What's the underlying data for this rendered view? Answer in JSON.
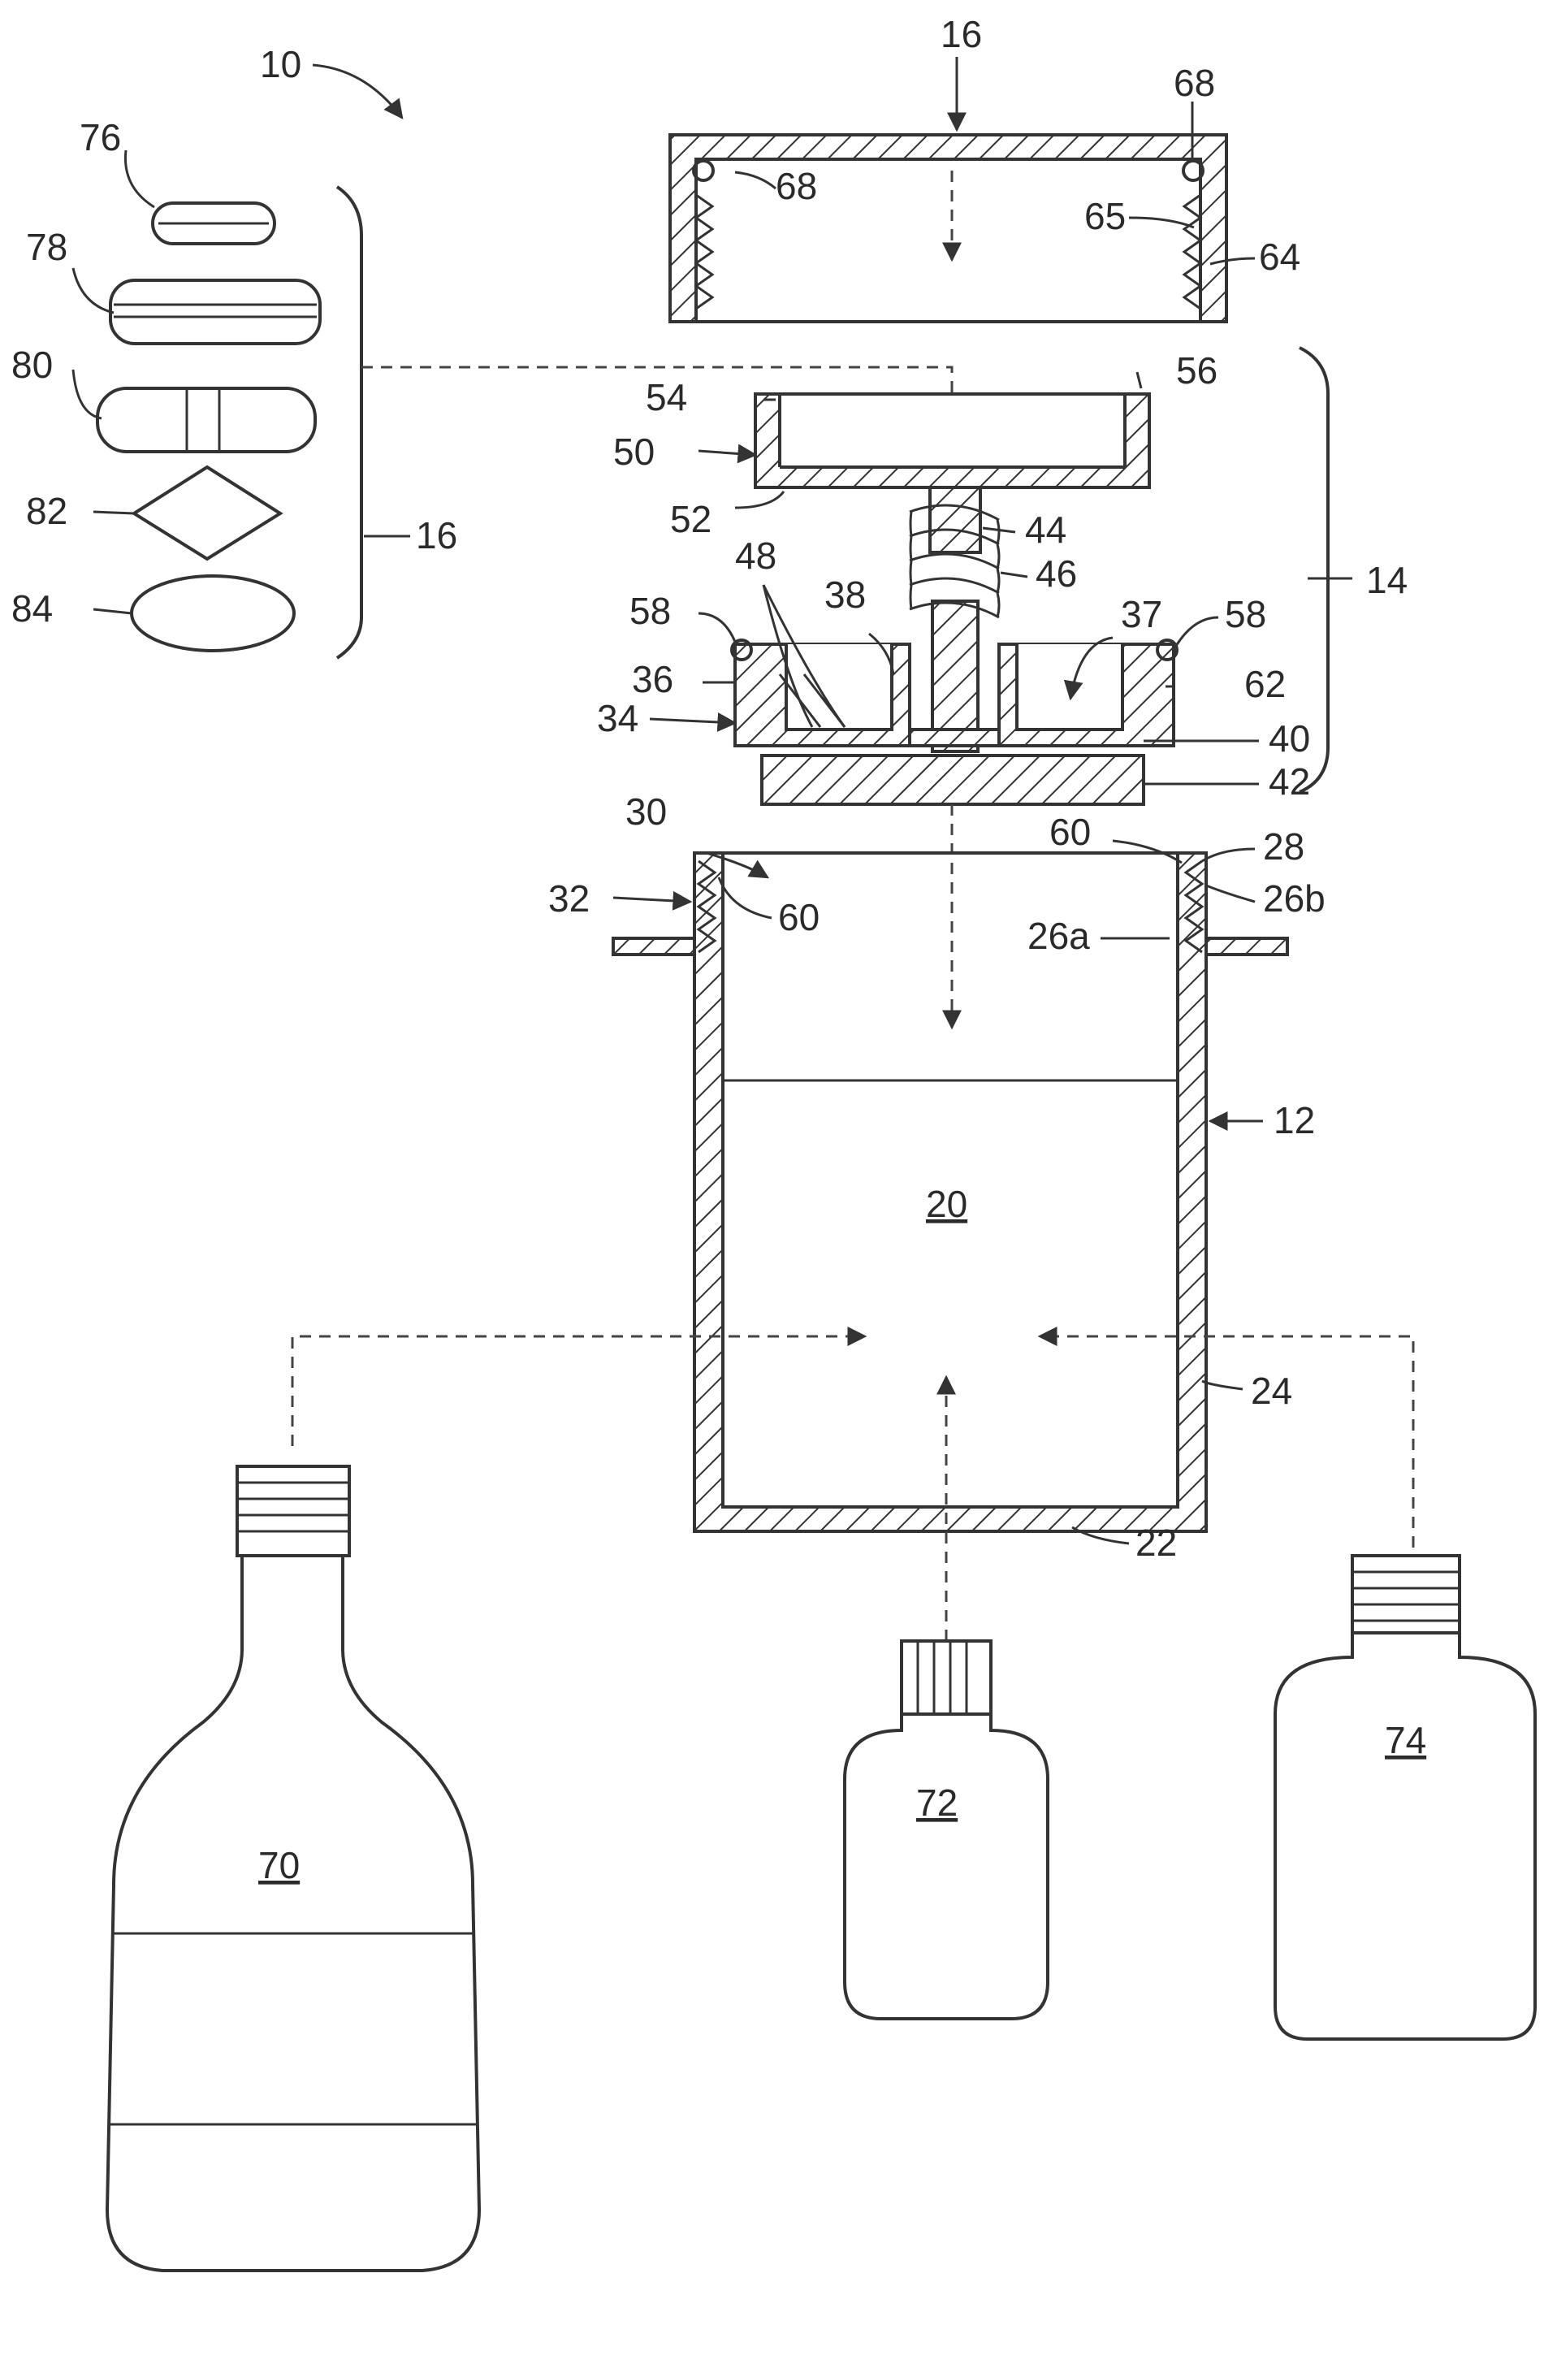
{
  "figure": {
    "title": "",
    "labels": {
      "l10": "10",
      "l16_top": "16",
      "l68_left": "68",
      "l68_right": "68",
      "l65": "65",
      "l64": "64",
      "l76": "76",
      "l78": "78",
      "l80": "80",
      "l82": "82",
      "l84": "84",
      "l16_left": "16",
      "l54": "54",
      "l56": "56",
      "l50": "50",
      "l52": "52",
      "l44": "44",
      "l46": "46",
      "l48": "48",
      "l38": "38",
      "l37": "37",
      "l58_left": "58",
      "l58_right": "58",
      "l36": "36",
      "l34": "34",
      "l62": "62",
      "l40": "40",
      "l42": "42",
      "l14": "14",
      "l30": "30",
      "l60_top": "60",
      "l28": "28",
      "l32": "32",
      "l60_left": "60",
      "l26b": "26b",
      "l26a": "26a",
      "l12": "12",
      "l20": "20",
      "l24": "24",
      "l22": "22",
      "l70": "70",
      "l72": "72",
      "l74": "74"
    }
  }
}
